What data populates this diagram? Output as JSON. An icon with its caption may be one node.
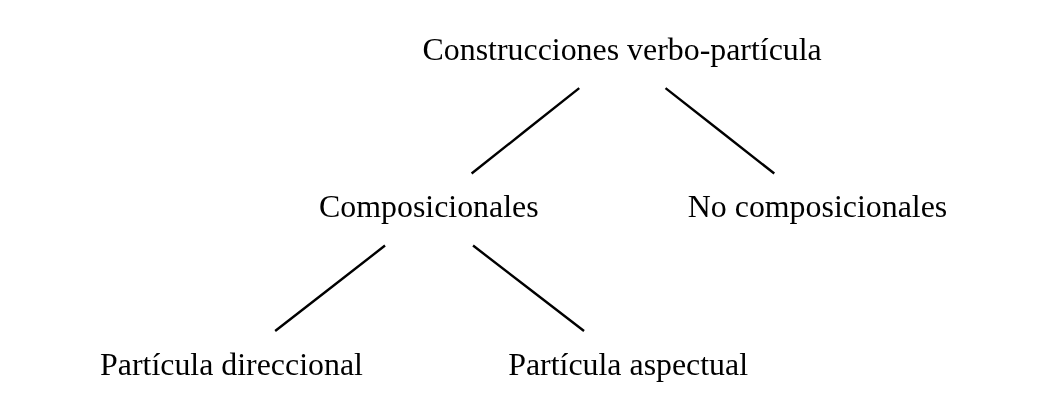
{
  "diagram": {
    "nodes": [
      {
        "text": [
          "Construcciones verbo-partícula"
        ]
      },
      {
        "text": [
          "Composicionales"
        ]
      },
      {
        "text": [
          "No composicionales"
        ]
      },
      {
        "text": [
          "Partícula direccional"
        ]
      },
      {
        "text": [
          "Partícula aspectual"
        ]
      }
    ],
    "edges": [
      {
        "from": 0,
        "to": 1,
        "arrow": "none"
      },
      {
        "from": 0,
        "to": 2,
        "arrow": "none"
      },
      {
        "from": 1,
        "to": 3,
        "arrow": "none"
      },
      {
        "from": 1,
        "to": 4,
        "arrow": "none"
      }
    ]
  }
}
